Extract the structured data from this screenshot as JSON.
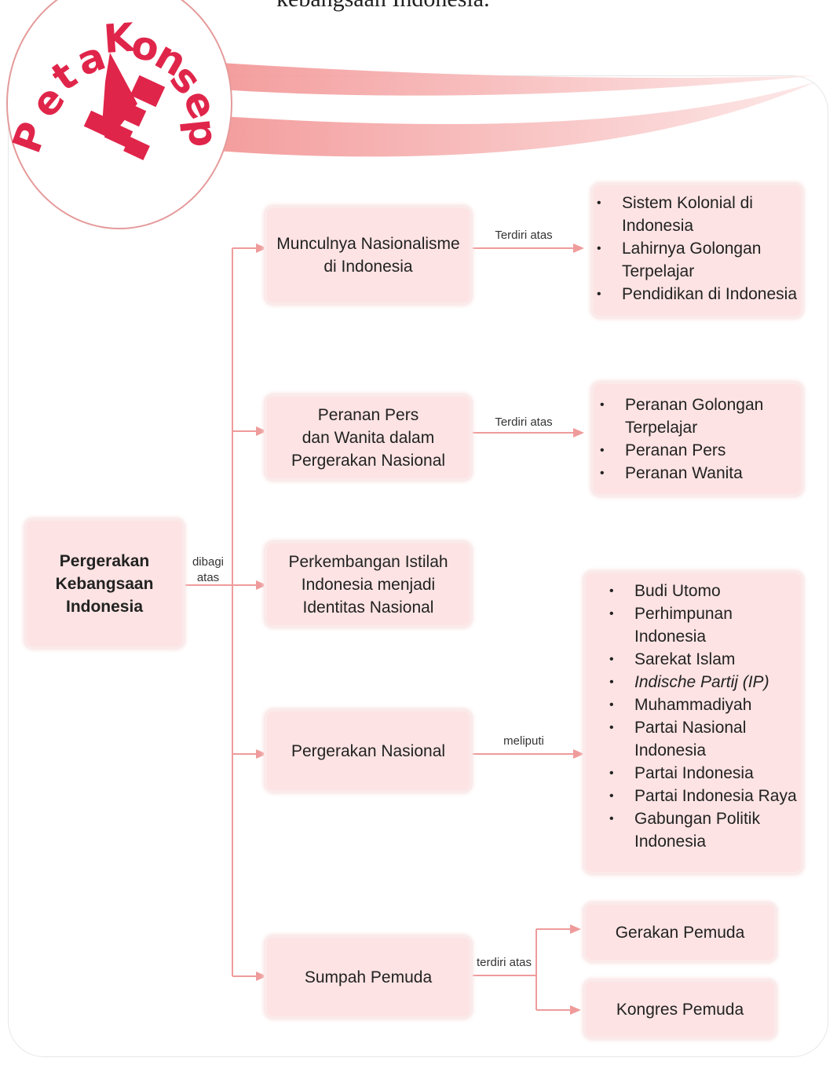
{
  "header_text": "kebangsaan Indonesia.",
  "logo": {
    "title": "Peta Konsep",
    "letters": [
      "P",
      "e",
      "t",
      "a",
      "K",
      "o",
      "n",
      "s",
      "e",
      "p"
    ]
  },
  "root": {
    "label": "Pergerakan Kebangsaan Indonesia",
    "lines": [
      "Pergerakan",
      "Kebangsaan",
      "Indonesia"
    ]
  },
  "root_connector": {
    "lines": [
      "dibagi",
      "atas"
    ]
  },
  "branches": [
    {
      "lines": [
        "Munculnya Nasionalisme",
        "di Indonesia"
      ],
      "connector": "Terdiri atas",
      "items": [
        "Sistem Kolonial di Indonesia",
        "Lahirnya Golongan Terpelajar",
        "Pendidikan di Indonesia"
      ]
    },
    {
      "lines": [
        "Peranan Pers",
        "dan Wanita dalam",
        "Pergerakan Nasional"
      ],
      "connector": "Terdiri atas",
      "items": [
        "Peranan  Golongan Terpelajar",
        "Peranan Pers",
        "Peranan Wanita"
      ]
    },
    {
      "lines": [
        "Perkembangan Istilah",
        "Indonesia menjadi",
        "Identitas Nasional"
      ]
    },
    {
      "lines": [
        "Pergerakan Nasional"
      ],
      "connector": "meliputi",
      "items": [
        "Budi Utomo",
        "Perhimpunan Indonesia",
        "Sarekat Islam",
        "Indische Partij (IP)",
        "Muhammadiyah",
        "Partai Nasional Indonesia",
        "Partai Indonesia",
        "Partai Indonesia Raya",
        "Gabungan Politik Indonesia"
      ]
    },
    {
      "lines": [
        "Sumpah Pemuda"
      ],
      "connector": "terdiri atas",
      "sub": [
        "Gerakan Pemuda",
        "Kongres Pemuda"
      ]
    }
  ],
  "colors": {
    "box": "#fde3e3",
    "line": "#ef9b9b",
    "logo_red": "#e0254a"
  }
}
